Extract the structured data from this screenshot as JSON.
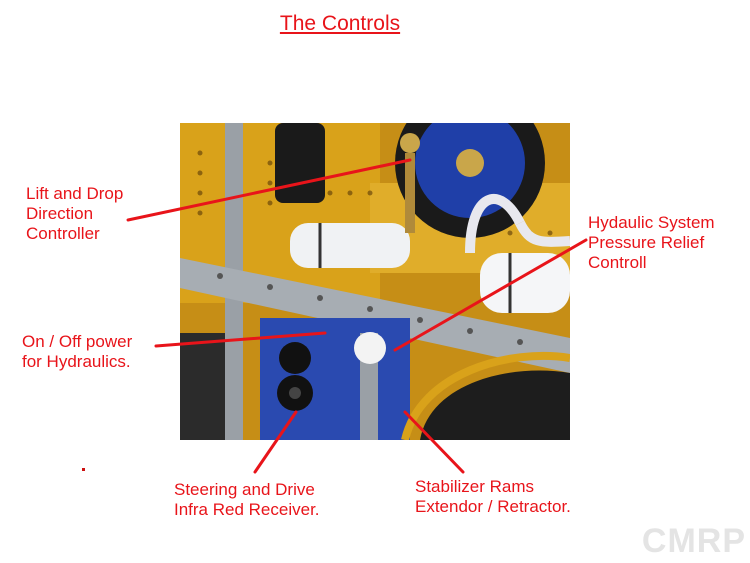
{
  "title": "The Controls",
  "labels": {
    "lift_drop": "Lift and Drop\nDirection\nController",
    "hydraulic_relief": "Hydaulic System\nPressure Relief\nControll",
    "power": "On / Off power\nfor Hydraulics.",
    "steering": "Steering and Drive\nInfra Red Receiver.",
    "stabilizer": "Stabilizer Rams\nExtendor / Retractor."
  },
  "watermark": "CMRP",
  "colors": {
    "label_red": "#e8141a",
    "leader_red": "#e8141a",
    "meccano_blue": "#2a4ab0",
    "meccano_yellow": "#d9a21a"
  }
}
